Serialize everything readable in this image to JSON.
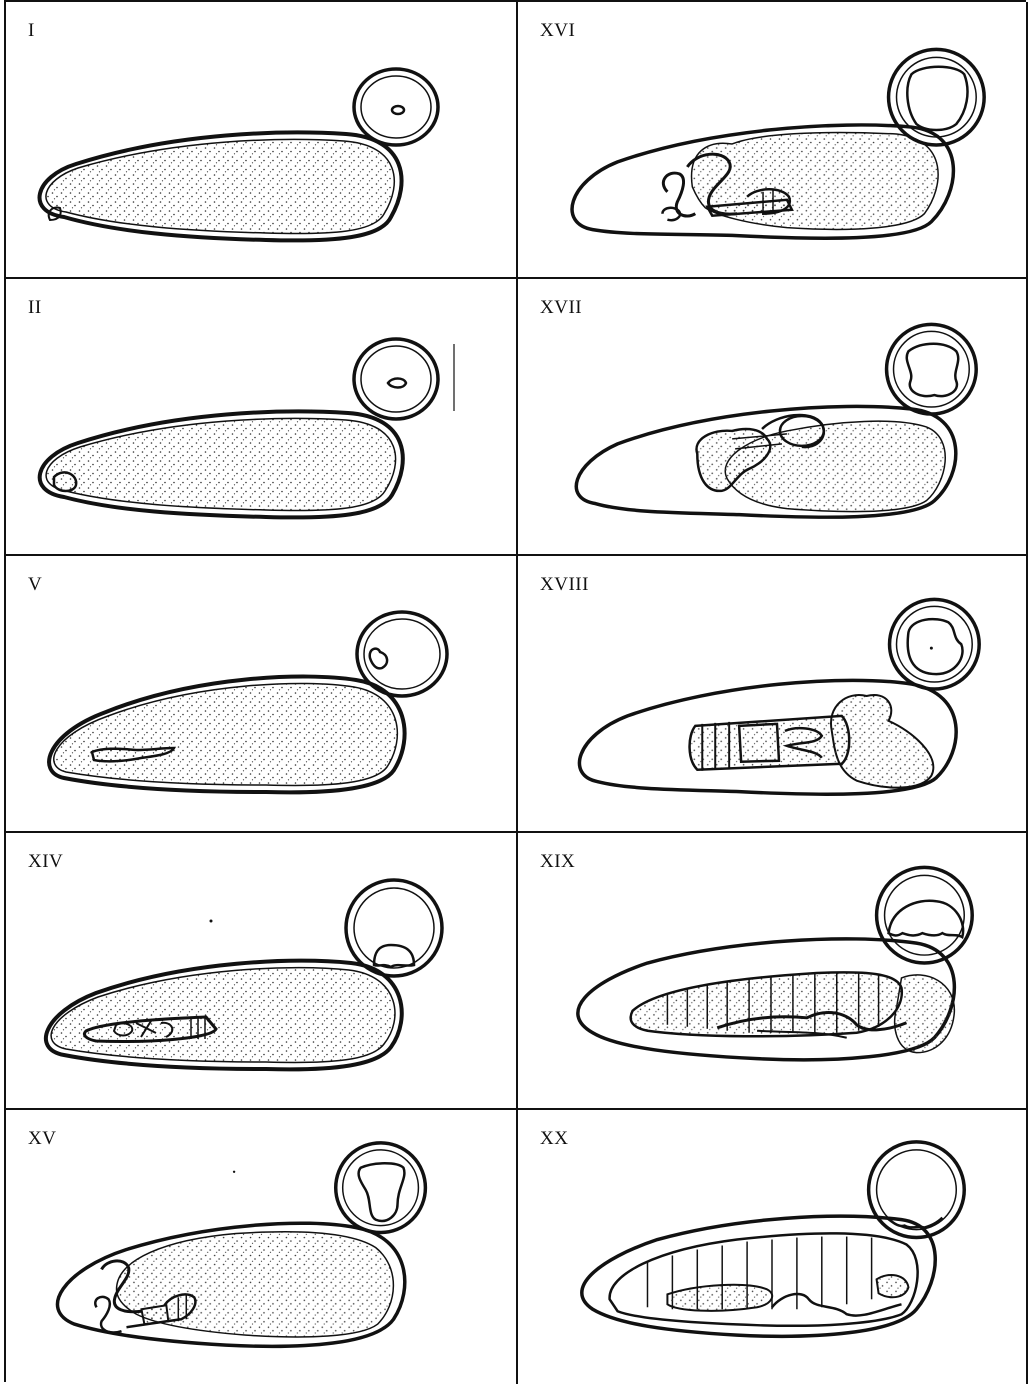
{
  "figure": {
    "panels": [
      {
        "stage": "I"
      },
      {
        "stage": "XVI"
      },
      {
        "stage": "II"
      },
      {
        "stage": "XVII"
      },
      {
        "stage": "V"
      },
      {
        "stage": "XVIII"
      },
      {
        "stage": "XIV"
      },
      {
        "stage": "XIX"
      },
      {
        "stage": "XV"
      },
      {
        "stage": "XX"
      }
    ]
  }
}
